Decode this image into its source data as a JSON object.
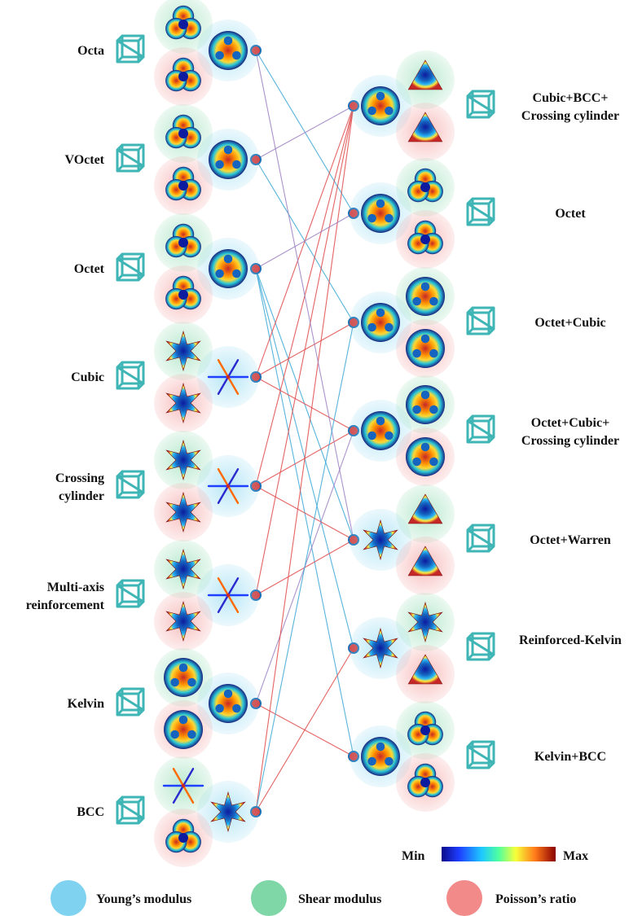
{
  "colors": {
    "young": "#7fd3f0",
    "shear": "#7fd6a6",
    "poisson": "#f28a8a",
    "link_blue": "#3aa7d6",
    "link_red": "#e04848",
    "link_purple": "#9b7fc2",
    "node_fill": "#e53935",
    "node_stroke": "#1f6fb5",
    "lattice": "#3fb5b5"
  },
  "left_lattices": [
    {
      "label": "Octa"
    },
    {
      "label": "VOctet"
    },
    {
      "label": "Octet"
    },
    {
      "label": "Cubic"
    },
    {
      "label": "Crossing cylinder"
    },
    {
      "label": "Multi-axis reinforcement"
    },
    {
      "label": "Kelvin"
    },
    {
      "label": "BCC"
    }
  ],
  "right_lattices": [
    {
      "label": "Cubic+BCC+ Crossing cylinder"
    },
    {
      "label": "Octet"
    },
    {
      "label": "Octet+Cubic"
    },
    {
      "label": "Octet+Cubic+ Crossing cylinder"
    },
    {
      "label": "Octet+Warren"
    },
    {
      "label": "Reinforced-Kelvin"
    },
    {
      "label": "Kelvin+BCC"
    }
  ],
  "connections": [
    {
      "from": 0,
      "to": 1,
      "color": "blue"
    },
    {
      "from": 1,
      "to": 2,
      "color": "blue"
    },
    {
      "from": 2,
      "to": 4,
      "color": "blue"
    },
    {
      "from": 2,
      "to": 5,
      "color": "blue"
    },
    {
      "from": 2,
      "to": 6,
      "color": "blue"
    },
    {
      "from": 3,
      "to": 0,
      "color": "red"
    },
    {
      "from": 3,
      "to": 2,
      "color": "red"
    },
    {
      "from": 3,
      "to": 3,
      "color": "red"
    },
    {
      "from": 4,
      "to": 0,
      "color": "red"
    },
    {
      "from": 4,
      "to": 3,
      "color": "red"
    },
    {
      "from": 4,
      "to": 4,
      "color": "red"
    },
    {
      "from": 5,
      "to": 0,
      "color": "red"
    },
    {
      "from": 5,
      "to": 4,
      "color": "red"
    },
    {
      "from": 6,
      "to": 3,
      "color": "purple"
    },
    {
      "from": 6,
      "to": 6,
      "color": "red"
    },
    {
      "from": 7,
      "to": 0,
      "color": "red"
    },
    {
      "from": 7,
      "to": 5,
      "color": "red"
    },
    {
      "from": 0,
      "to": 4,
      "color": "purple"
    },
    {
      "from": 1,
      "to": 0,
      "color": "purple"
    },
    {
      "from": 2,
      "to": 1,
      "color": "purple"
    },
    {
      "from": 7,
      "to": 2,
      "color": "blue"
    }
  ],
  "colorbar": {
    "min_label": "Min",
    "max_label": "Max"
  },
  "legend": [
    {
      "label": "Young’s modulus",
      "color_key": "young"
    },
    {
      "label": "Shear modulus",
      "color_key": "shear"
    },
    {
      "label": "Poisson’s ratio",
      "color_key": "poisson"
    }
  ]
}
